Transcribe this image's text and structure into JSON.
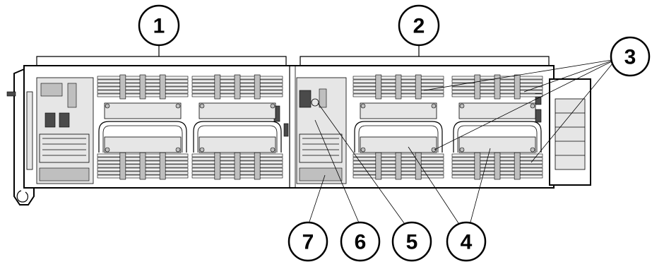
{
  "callouts": [
    {
      "label": "1"
    },
    {
      "label": "2"
    },
    {
      "label": "3"
    },
    {
      "label": "4"
    },
    {
      "label": "5"
    },
    {
      "label": "6"
    },
    {
      "label": "7"
    }
  ],
  "colors": {
    "stroke": "#000000",
    "background": "#ffffff",
    "shade_light": "#e6e6e6",
    "shade_mid": "#bfbfbf",
    "shade_dark": "#4a4a4a"
  }
}
